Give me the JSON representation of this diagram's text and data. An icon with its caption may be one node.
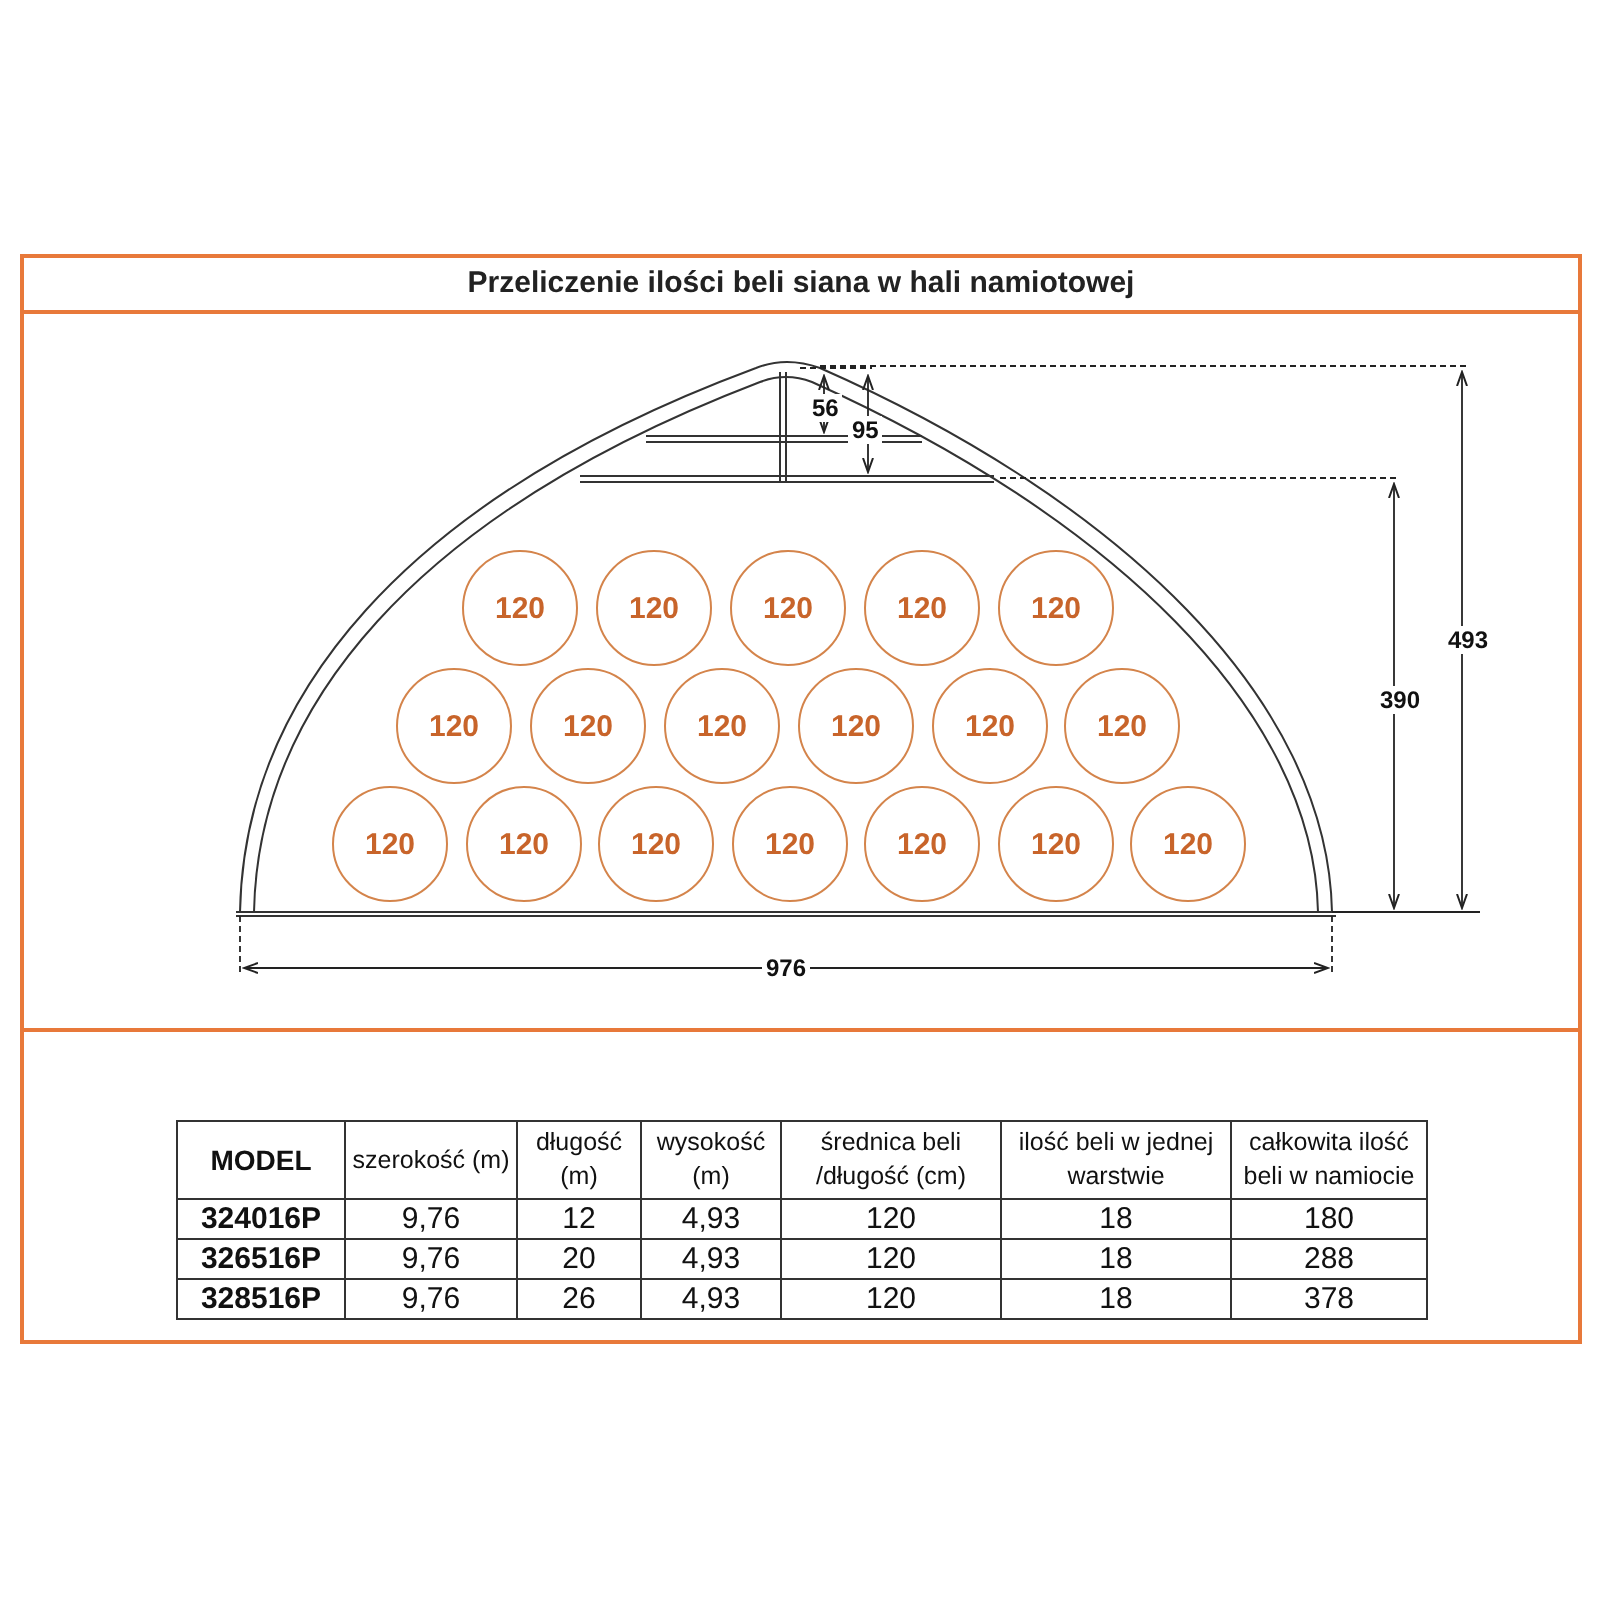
{
  "diagram": {
    "title": "Przeliczenie ilości beli siana w hali namiotowej",
    "nodes": [
      {
        "text": [
          "120"
        ]
      },
      {
        "text": [
          "120"
        ]
      },
      {
        "text": [
          "120"
        ]
      },
      {
        "text": [
          "120"
        ]
      },
      {
        "text": [
          "120"
        ]
      },
      {
        "text": [
          "120"
        ]
      },
      {
        "text": [
          "120"
        ]
      },
      {
        "text": [
          "120"
        ]
      },
      {
        "text": [
          "120"
        ]
      },
      {
        "text": [
          "120"
        ]
      },
      {
        "text": [
          "120"
        ]
      },
      {
        "text": [
          "120"
        ]
      },
      {
        "text": [
          "120"
        ]
      },
      {
        "text": [
          "120"
        ]
      },
      {
        "text": [
          "120"
        ]
      },
      {
        "text": [
          "120"
        ]
      },
      {
        "text": [
          "120"
        ]
      },
      {
        "text": [
          "120"
        ]
      }
    ],
    "edges": [],
    "labels": [
      "56",
      "95",
      "493",
      "390",
      "976",
      "MODEL",
      "szerokość (m)",
      "długość (m)",
      "wysokość (m)",
      "średnica beli /długość (cm)",
      "ilość beli w jednej warstwie",
      "całkowita ilość beli w namiocie",
      "324016P",
      "9,76",
      "12",
      "4,93",
      "120",
      "18",
      "180",
      "326516P",
      "9,76",
      "20",
      "4,93",
      "120",
      "18",
      "288",
      "328516P",
      "9,76",
      "26",
      "4,93",
      "120",
      "18",
      "378"
    ]
  }
}
